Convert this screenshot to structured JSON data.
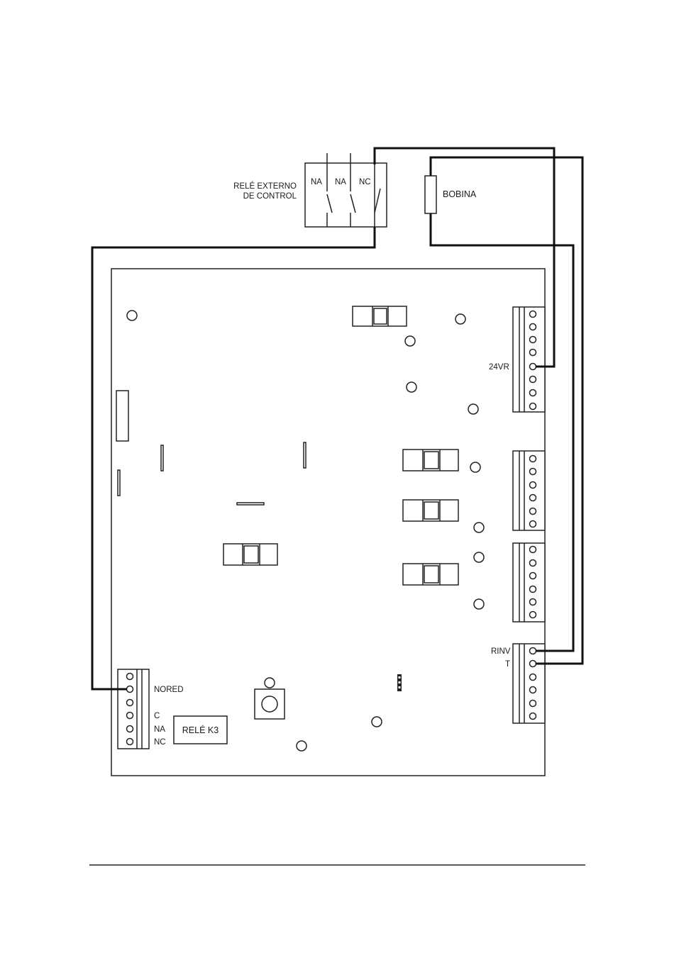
{
  "relay": {
    "title_line1": "RELÉ EXTERNO",
    "title_line2": "DE CONTROL",
    "contacts": [
      "NA",
      "NA",
      "NC"
    ]
  },
  "coil": {
    "label": "BOBINA"
  },
  "terminals": {
    "t24vr": "24VR",
    "rinv": "RINV",
    "t": "T",
    "nored": "NORED",
    "c": "C",
    "na": "NA",
    "nc": "NC"
  },
  "relay_k3": {
    "label": "RELÉ K3"
  },
  "colors": {
    "ink": "#111111",
    "paper": "#ffffff"
  }
}
